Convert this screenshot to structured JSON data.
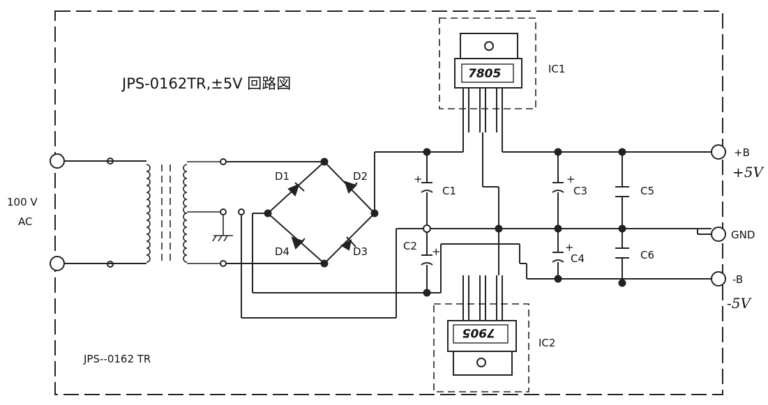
{
  "title": "JPS-0162TR,±5V 回路図",
  "footer_model": "JPS-‐0162 TR",
  "input": {
    "line1": "100 V",
    "line2": "AC"
  },
  "diodes": [
    "D1",
    "D2",
    "D3",
    "D4"
  ],
  "capacitors": [
    "C1",
    "C2",
    "C3",
    "C4",
    "C5",
    "C6"
  ],
  "ic1": {
    "ref": "IC1",
    "part": "7805"
  },
  "ic2": {
    "ref": "IC2",
    "part": "7905"
  },
  "outputs": {
    "plus_b": "+B",
    "plus_v": "+5V",
    "gnd": "GND",
    "minus_b": "-B",
    "minus_v": "-5V"
  },
  "polarity_plus": "+"
}
